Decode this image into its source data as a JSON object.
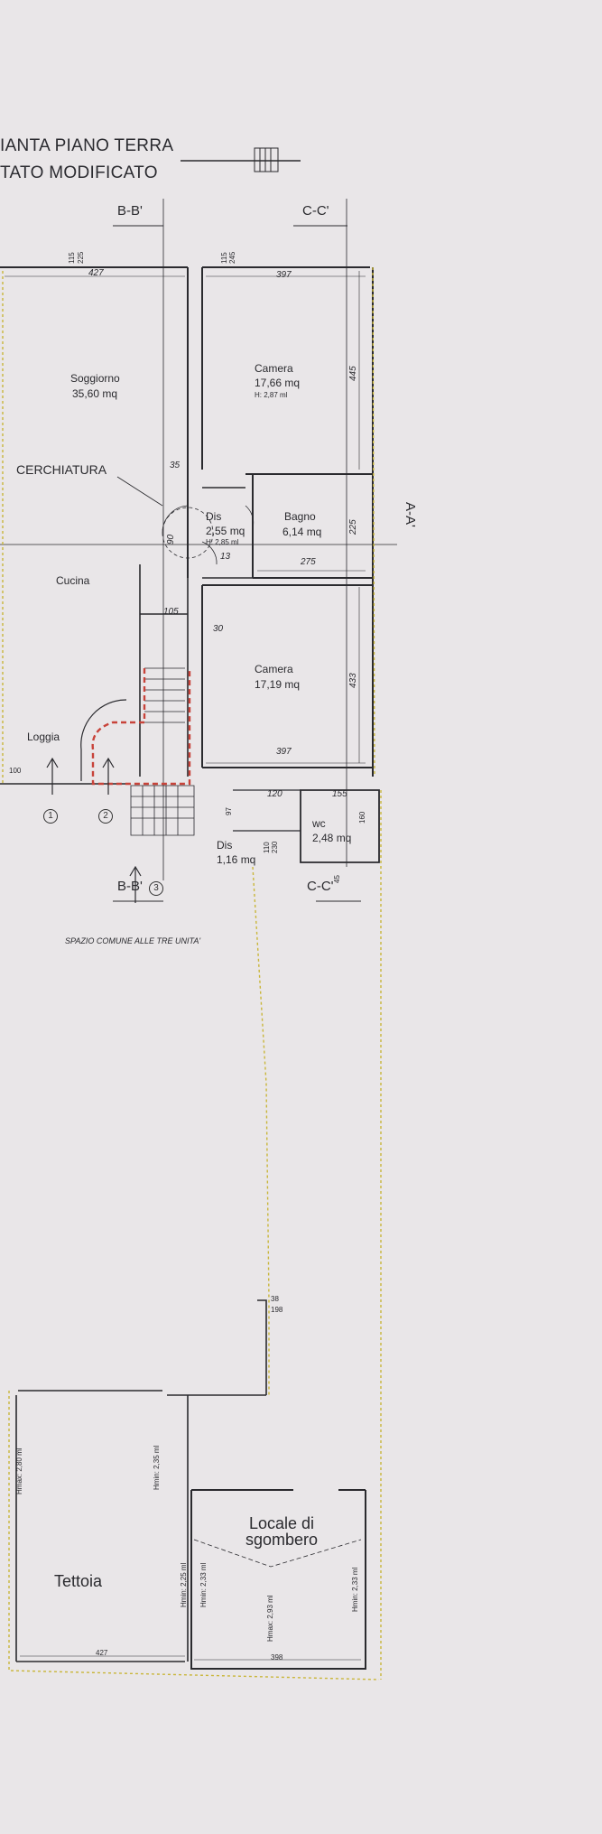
{
  "title": {
    "line1": "IANTA PIANO TERRA",
    "line2": "TATO MODIFICATO"
  },
  "sections": {
    "bb_top": "B-B'",
    "cc_top": "C-C'",
    "aa": "A-A'",
    "bb_bottom": "B-B'",
    "cc_bottom": "C-C'"
  },
  "markers": [
    "1",
    "2",
    "3"
  ],
  "rooms": {
    "soggiorno": {
      "name": "Soggiorno",
      "area": "35,60 mq"
    },
    "camera1": {
      "name": "Camera",
      "area": "17,66 mq",
      "height": "H: 2,87 ml"
    },
    "bagno": {
      "name": "Bagno",
      "area": "6,14 mq"
    },
    "dis1": {
      "name": "Dis",
      "area": "2,55 mq",
      "height": "H: 2,85 ml"
    },
    "cucina": {
      "name": "Cucina"
    },
    "camera2": {
      "name": "Camera",
      "area": "17,19 mq"
    },
    "loggia": {
      "name": "Loggia"
    },
    "wc": {
      "name": "wc",
      "area": "2,48 mq"
    },
    "dis2": {
      "name": "Dis",
      "area": "1,16 mq"
    },
    "tettoia": {
      "name": "Tettoia"
    },
    "locale": {
      "name": "Locale di sgombero"
    }
  },
  "annotations": {
    "cerchiatura": "CERCHIATURA",
    "spazio_comune": "SPAZIO COMUNE ALLE TRE UNITA'"
  },
  "dimensions": {
    "d115a": "115",
    "d225a": "225",
    "d427a": "427",
    "d115b": "115",
    "d245": "245",
    "d397a": "397",
    "d445": "445",
    "d35": "35",
    "d90": "90",
    "d275": "275",
    "d225b": "225",
    "d13": "13",
    "d105": "105",
    "d30": "30",
    "d433": "433",
    "d397b": "397",
    "d100": "100",
    "d120": "120",
    "d155": "155",
    "d97": "97",
    "d160": "160",
    "d110": "110",
    "d230": "230",
    "d45": "45",
    "d38": "38",
    "d198": "198",
    "d427b": "427",
    "d398": "398"
  },
  "heights": {
    "h280": "Hmax: 2,80 ml",
    "h235": "Hmin: 2,35 ml",
    "h225": "Hmin: 2,25 ml",
    "h233a": "Hmin: 2,33 ml",
    "h293": "Hmax: 2,93 ml",
    "h233b": "Hmin: 2,33 ml"
  },
  "colors": {
    "paper": "#e9e6e8",
    "ink": "#2a2a2e",
    "dashed_yellow": "#c9b63a",
    "demolition_red": "#c8433a"
  }
}
